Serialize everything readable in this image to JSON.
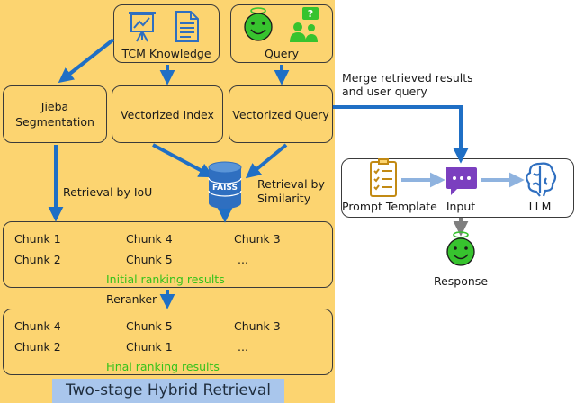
{
  "title": "Two-stage Hybrid Retrieval",
  "nodes": {
    "tcm_knowledge": "TCM Knowledge",
    "query": "Query",
    "jieba": [
      "Jieba",
      "Segmentation"
    ],
    "vectorized_index": "Vectorized Index",
    "vectorized_query": "Vectorized Query",
    "faiss": "FAISS",
    "prompt_template": "Prompt Template",
    "input": "Input",
    "llm": "LLM",
    "response": "Response"
  },
  "edges": {
    "retrieval_iou": "Retrieval by IoU",
    "retrieval_similarity": [
      "Retrieval by",
      "Similarity"
    ],
    "reranker": "Reranker",
    "merge": [
      "Merge retrieved results",
      "and user query"
    ]
  },
  "initial_ranking": {
    "chunks": [
      [
        "Chunk 1",
        "Chunk 4",
        "Chunk 3"
      ],
      [
        "Chunk 2",
        "Chunk 5",
        "..."
      ]
    ],
    "caption": "Initial ranking results"
  },
  "final_ranking": {
    "chunks": [
      [
        "Chunk 4",
        "Chunk 5",
        "Chunk 3"
      ],
      [
        "Chunk 2",
        "Chunk 1",
        "..."
      ]
    ],
    "caption": "Final ranking results"
  },
  "colors": {
    "panel": "#fcd470",
    "arrow_blue": "#1f6fc5",
    "arrow_light_blue": "#8fb3df",
    "arrow_gray": "#7f7f7f",
    "icon_green": "#37c32e",
    "icon_blue": "#2f6fc0",
    "input_purple": "#7b3fbf",
    "caption_green": "#35c21a",
    "title_bar": "#a9c6ec"
  },
  "icons": [
    "presentation-icon",
    "document-icon",
    "smiley-icon",
    "user-question-icon",
    "database-icon",
    "checklist-icon",
    "chat-icon",
    "brain-icon"
  ]
}
